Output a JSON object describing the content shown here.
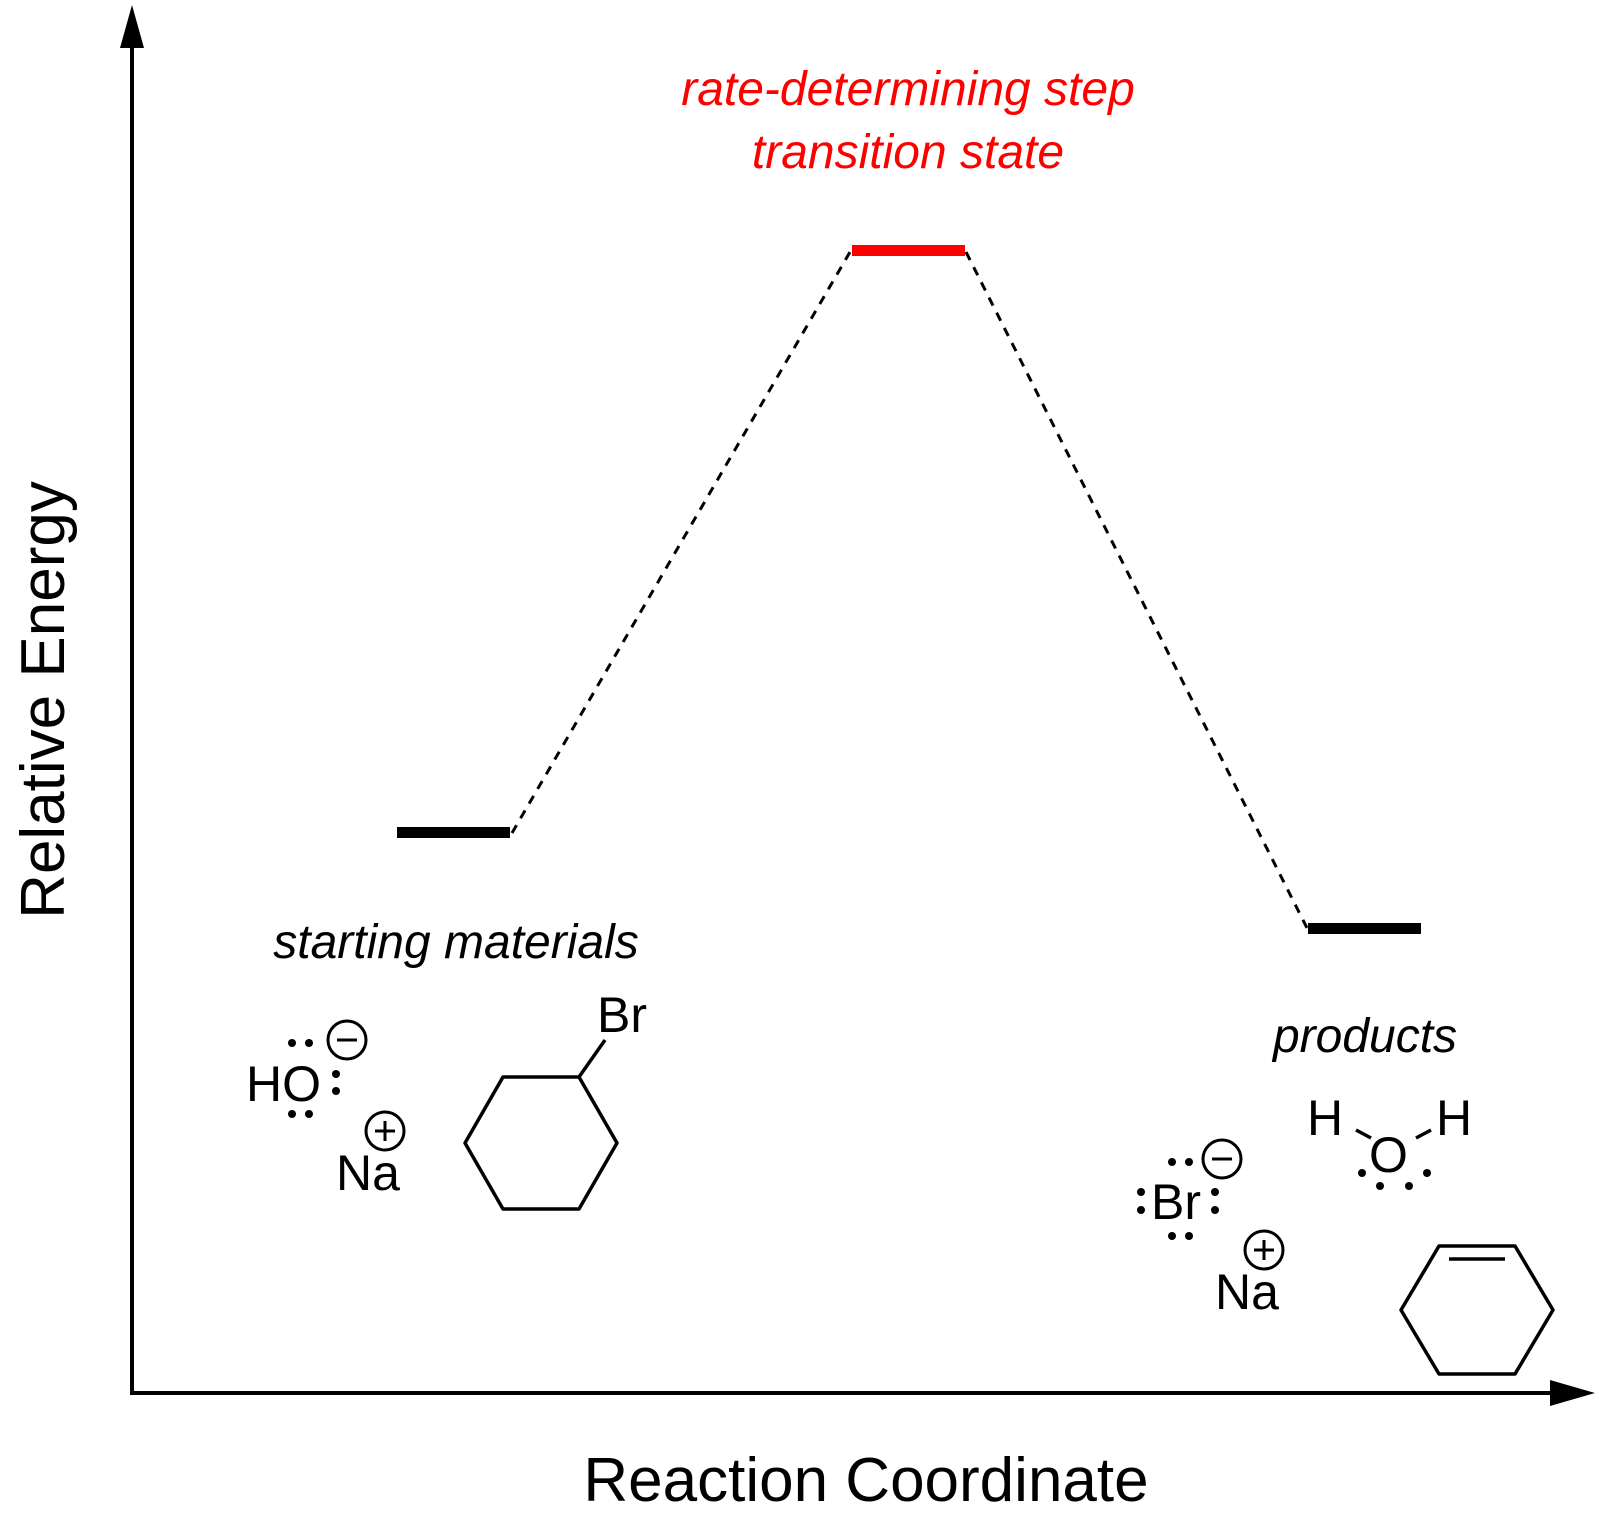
{
  "diagram": {
    "y_axis_label": "Relative Energy",
    "x_axis_label": "Reaction Coordinate",
    "transition_state": {
      "label_line1": "rate-determining step",
      "label_line2": "transition state",
      "color": "#ff0000"
    },
    "starting_materials": {
      "label": "starting materials",
      "hydroxide_text": "HO",
      "sodium_text": "Na",
      "bromo_text": "Br",
      "anion_charge": "−",
      "cation_charge": "+"
    },
    "products": {
      "label": "products",
      "water_h_left": "H",
      "water_o": "O",
      "water_h_right": "H",
      "bromide_text": "Br",
      "sodium_text": "Na",
      "anion_charge": "−",
      "cation_charge": "+"
    },
    "colors": {
      "ink": "#000000",
      "accent": "#ff0000"
    }
  }
}
